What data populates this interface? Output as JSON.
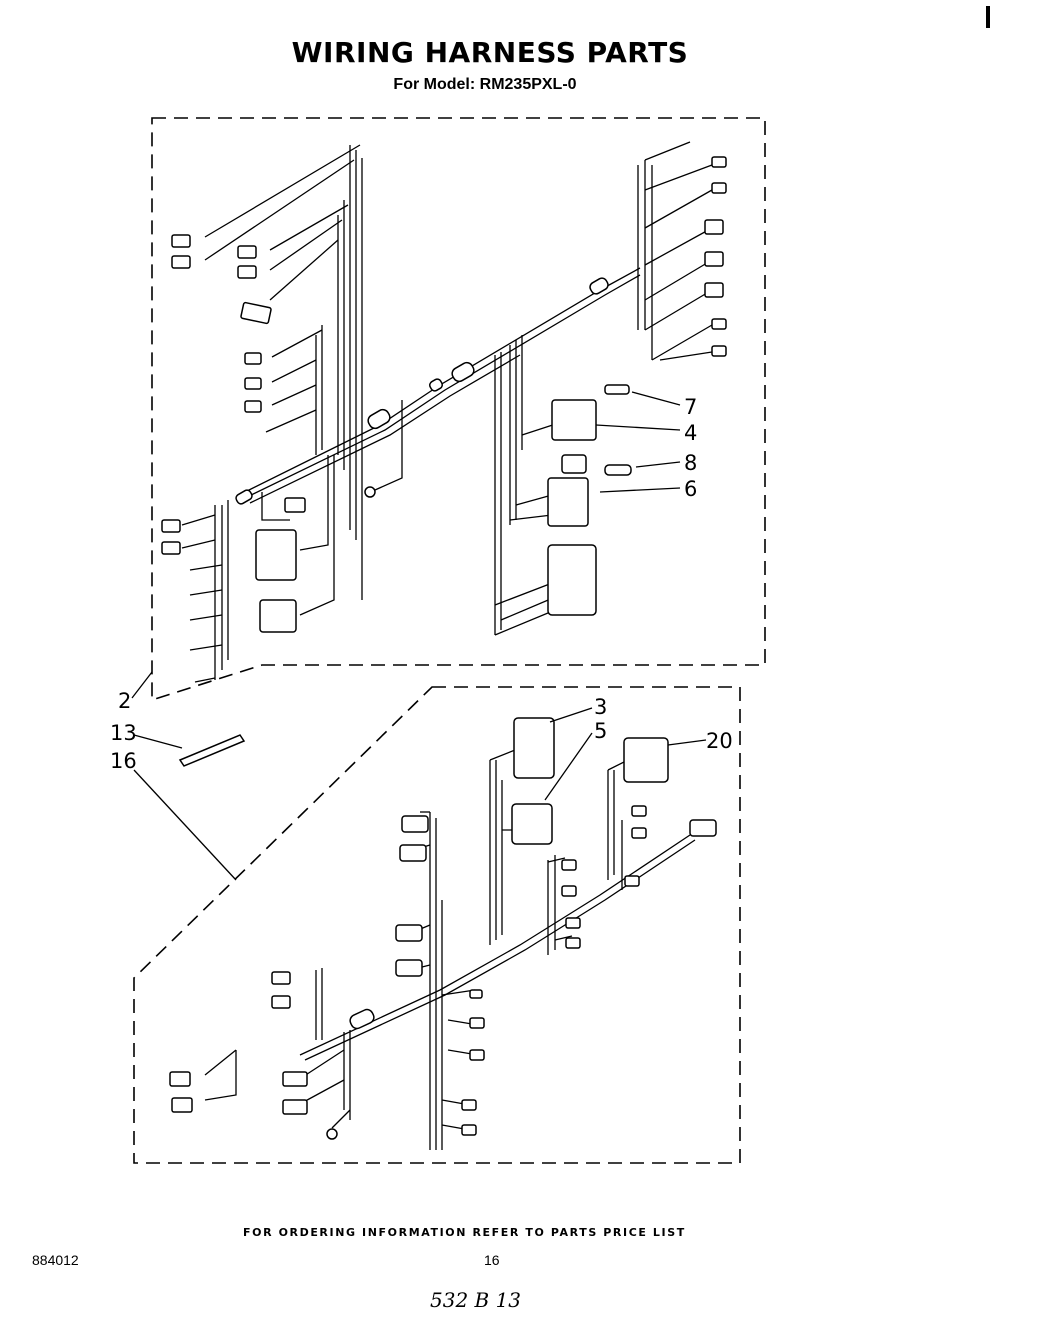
{
  "header": {
    "title": "WIRING HARNESS PARTS",
    "model_line": "For Model: RM235PXL-0"
  },
  "callouts": [
    "7",
    "4",
    "8",
    "6",
    "2",
    "13",
    "16",
    "3",
    "5",
    "20"
  ],
  "footer": {
    "ordering_note": "FOR ORDERING INFORMATION REFER TO PARTS PRICE LIST",
    "doc_number": "884012",
    "page_number": "16",
    "handwritten_note": "532 B 13"
  }
}
